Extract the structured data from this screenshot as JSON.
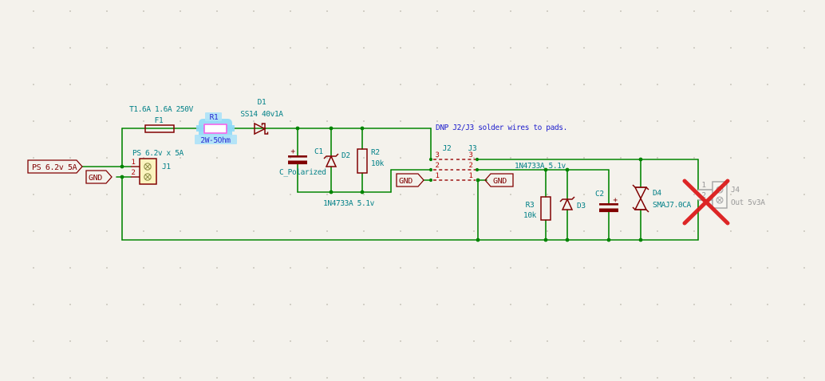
{
  "note": "DNP J2/J3 solder wires to pads.",
  "labels": {
    "ps_supply": "PS 6.2v 5A",
    "gnd_left": "GND",
    "gnd_j2": "GND",
    "gnd_j3": "GND"
  },
  "components": {
    "F1": {
      "ref": "F1",
      "value": "T1.6A 1.6A 250V"
    },
    "R1": {
      "ref": "R1",
      "value": "2W-5Ohm",
      "state": "selected"
    },
    "D1": {
      "ref": "D1",
      "value": "SS14 40v1A"
    },
    "J1": {
      "ref": "J1",
      "value": "PS 6.2v x 5A",
      "pin1": "1",
      "pin2": "2"
    },
    "C1": {
      "ref": "C1",
      "value": "C_Polarized",
      "plus": "+"
    },
    "D2": {
      "ref": "D2",
      "value": "1N4733A 5.1v"
    },
    "R2": {
      "ref": "R2",
      "value": "10k"
    },
    "J2": {
      "ref": "J2",
      "pin3": "3",
      "pin2": "2",
      "pin1": "1"
    },
    "J3": {
      "ref": "J3",
      "pin3": "3",
      "pin2": "2",
      "pin1": "1"
    },
    "R3": {
      "ref": "R3",
      "value": "10k"
    },
    "D3": {
      "ref": "D3",
      "value": "1N4733A 5.1v"
    },
    "C2": {
      "ref": "C2",
      "plus": "+"
    },
    "D4": {
      "ref": "D4",
      "value": "SMAJ7.0CA"
    },
    "J4": {
      "ref": "J4",
      "value": "Out 5v3A",
      "pin1": "1",
      "pin2": "2",
      "state": "do-not-populate"
    }
  },
  "colors": {
    "background": "#f4f2ec",
    "wire": "#008400",
    "symbol": "#800000",
    "reference_value": "#058289",
    "pin_number": "#b00000",
    "note_blue": "#1c1ccc",
    "selection_cyan": "#8fd9f7",
    "selection_outline": "#ea5fea",
    "dnp_cross": "#dc1c1c",
    "disabled_gray": "#9a9a9a"
  }
}
